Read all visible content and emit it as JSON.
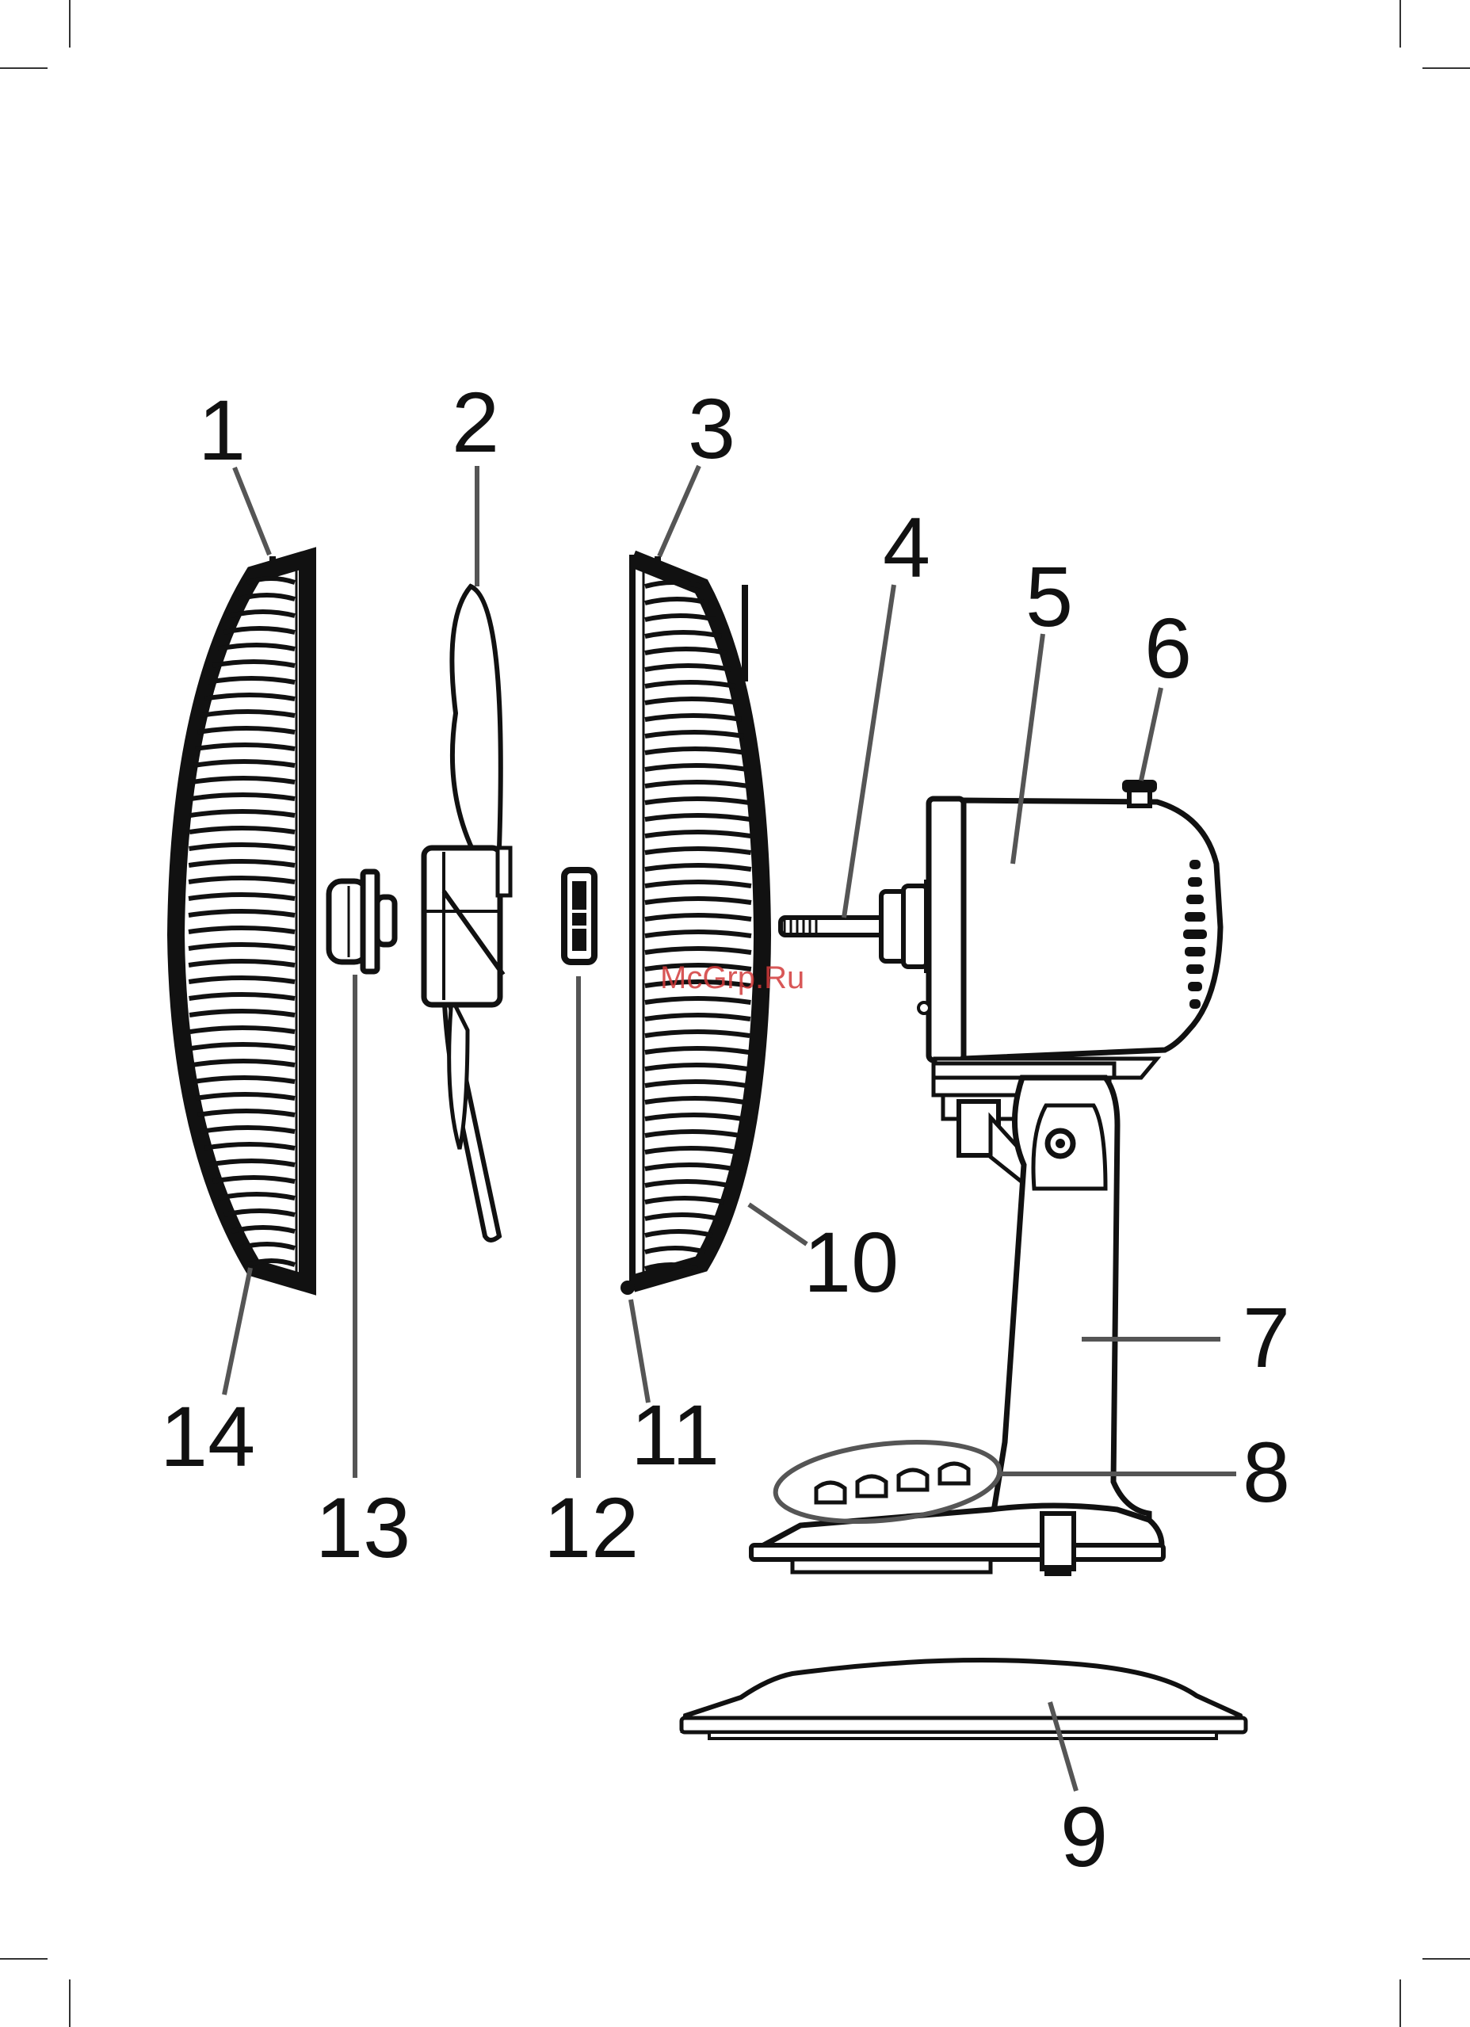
{
  "callouts": {
    "c1": "1",
    "c2": "2",
    "c3": "3",
    "c4": "4",
    "c5": "5",
    "c6": "6",
    "c7": "7",
    "c8": "8",
    "c9": "9",
    "c10": "10",
    "c11": "11",
    "c12": "12",
    "c13": "13",
    "c14": "14"
  },
  "watermark": "McGrp.Ru"
}
